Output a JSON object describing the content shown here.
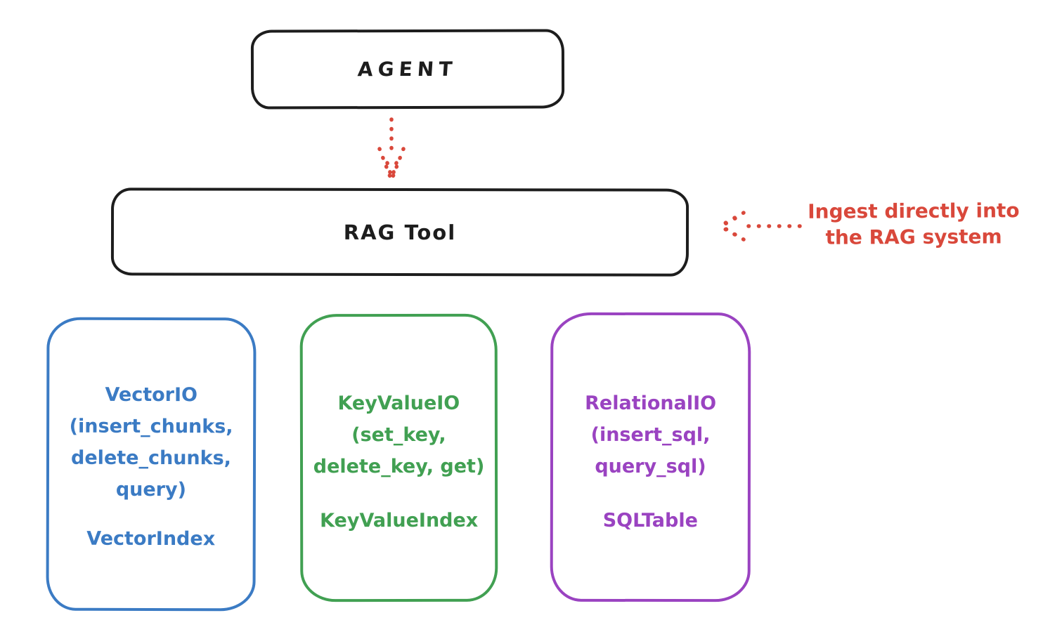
{
  "colors": {
    "ink": "#1d1d1d",
    "red": "#d9483b",
    "blue": "#3b7bc4",
    "green": "#41a052",
    "purple": "#9a43c1",
    "background": "#ffffff"
  },
  "nodes": {
    "agent": {
      "label": "AGENT"
    },
    "rag_tool": {
      "label": "RAG Tool"
    },
    "vector_io": {
      "lines": [
        "VectorIO",
        "(insert_chunks,",
        "delete_chunks,",
        "query)"
      ],
      "index_label": "VectorIndex",
      "color": "#3b7bc4"
    },
    "key_value_io": {
      "lines": [
        "KeyValueIO",
        "(set_key,",
        "delete_key, get)"
      ],
      "index_label": "KeyValueIndex",
      "color": "#41a052"
    },
    "relational_io": {
      "lines": [
        "RelationalIO",
        "(insert_sql,",
        "query_sql)"
      ],
      "index_label": "SQLTable",
      "color": "#9a43c1"
    }
  },
  "annotation": {
    "lines": [
      "Ingest directly into",
      "the RAG system"
    ],
    "color": "#d9483b"
  },
  "arrows": [
    {
      "name": "agent-to-rag-tool",
      "style": "dotted",
      "color": "#d9483b",
      "direction": "down"
    },
    {
      "name": "ingest-into-rag-tool",
      "style": "dotted",
      "color": "#d9483b",
      "direction": "left"
    }
  ]
}
